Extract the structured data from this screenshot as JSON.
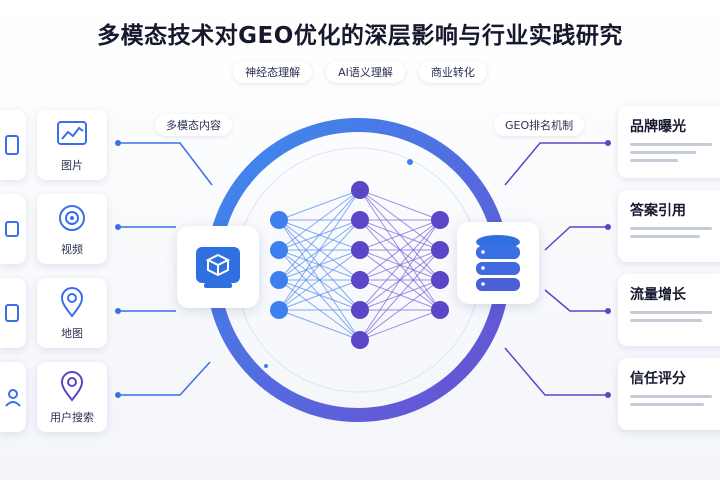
{
  "title": "多模态技术对GEO优化的深层影响与行业实践研究",
  "tags": [
    "神经态理解",
    "AI语义理解",
    "商业转化"
  ],
  "left_section_label": "多模态内容",
  "right_section_label": "GEO排名机制",
  "inputs": [
    {
      "label": "图片",
      "icon": "chart-image-icon"
    },
    {
      "label": "视频",
      "icon": "video-icon"
    },
    {
      "label": "地图",
      "icon": "map-pin-icon"
    },
    {
      "label": "用户搜索",
      "icon": "location-search-icon"
    }
  ],
  "outputs": [
    {
      "title": "品牌曝光"
    },
    {
      "title": "答案引用"
    },
    {
      "title": "流量增长"
    },
    {
      "title": "信任评分"
    }
  ],
  "neural_network": {
    "layers": [
      4,
      6,
      4
    ]
  },
  "colors": {
    "accent_blue": "#3b6fe8",
    "accent_purple": "#6a4fd0",
    "node_blue": "#3e7ff0",
    "node_purple": "#5b46c8"
  }
}
